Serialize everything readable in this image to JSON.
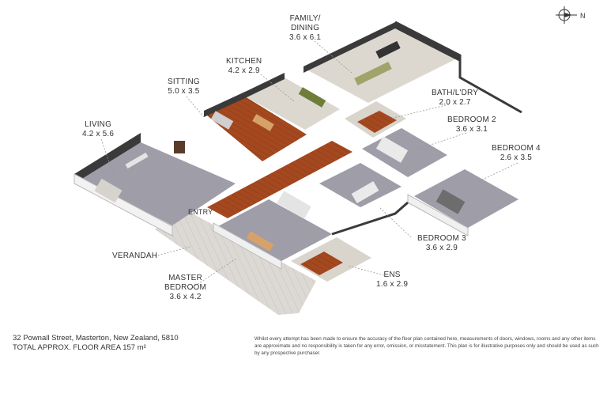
{
  "rooms": {
    "family": {
      "name_line1": "FAMILY/",
      "name_line2": "DINING",
      "size": "3.6 x 6.1"
    },
    "kitchen": {
      "name": "KITCHEN",
      "size": "4.2 x 2.9"
    },
    "sitting": {
      "name": "SITTING",
      "size": "5.0 x 3.5"
    },
    "living": {
      "name": "LIVING",
      "size": "4.2 x 5.6"
    },
    "bath": {
      "name": "BATH/L'DRY",
      "size": "2.0 x 2.7"
    },
    "bed2": {
      "name": "BEDROOM 2",
      "size": "3.6 x 3.1"
    },
    "bed4": {
      "name": "BEDROOM 4",
      "size": "2.6 x 3.5"
    },
    "bed3": {
      "name": "BEDROOM 3",
      "size": "3.6 x 2.9"
    },
    "ens": {
      "name": "ENS",
      "size": "1.6 x 2.9"
    },
    "master": {
      "name_line1": "MASTER",
      "name_line2": "BEDROOM",
      "size": "3.6 x 4.2"
    },
    "verandah": {
      "name": "VERANDAH"
    },
    "entry": {
      "name": "ENTRY"
    }
  },
  "compass": {
    "label": "N"
  },
  "footer": {
    "address": "32 Pownall Street, Masterton, New Zealand, 5810",
    "area": "TOTAL APPROX. FLOOR AREA 157 m²",
    "disclaimer": "Whilst every attempt has been made to ensure the accuracy of the floor plan contained here, measurements of doors, windows, rooms and any other items are approximate and no responsibility is taken for any error, omission, or misstatement. This plan is for illustrative purposes only and should be used as such by any prospective purchaser."
  },
  "colors": {
    "wall": "#3a3a3a",
    "carpet": "#9c9ba6",
    "wood": "#a0461f",
    "tile": "#d9d4cc",
    "deck": "#d8d5d0"
  }
}
